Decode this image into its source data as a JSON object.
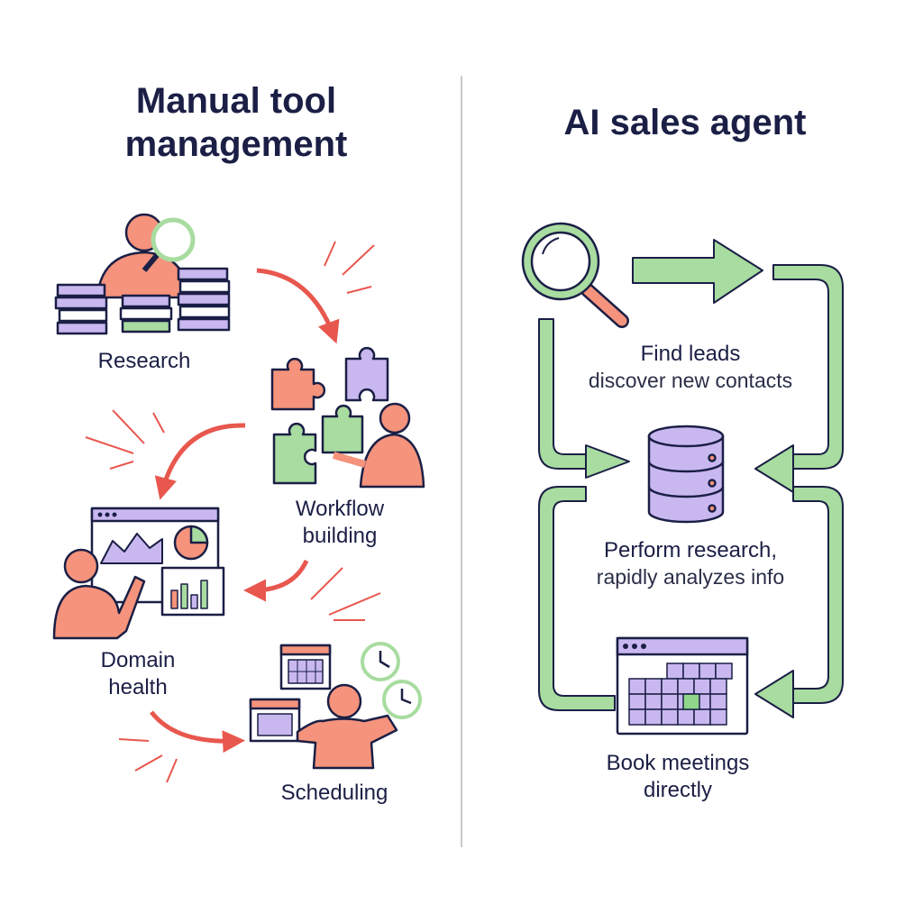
{
  "left_panel": {
    "title_line1": "Manual tool",
    "title_line2": "management",
    "steps": {
      "research": "Research",
      "workflow_line1": "Workflow",
      "workflow_line2": "building",
      "domain_line1": "Domain",
      "domain_line2": "health",
      "scheduling": "Scheduling"
    }
  },
  "right_panel": {
    "title": "AI sales agent",
    "steps": {
      "find_title": "Find leads",
      "find_sub": "discover new contacts",
      "research_title": "Perform research,",
      "research_sub": "rapidly analyzes info",
      "book_line1": "Book meetings",
      "book_line2": "directly"
    }
  },
  "colors": {
    "navy": "#1b1f45",
    "salmon": "#f5937c",
    "red_arrow": "#e8574e",
    "lavender": "#c9b8f0",
    "green": "#a8dca0",
    "green_dark": "#5cae5a",
    "divider": "#b8b8b8"
  }
}
